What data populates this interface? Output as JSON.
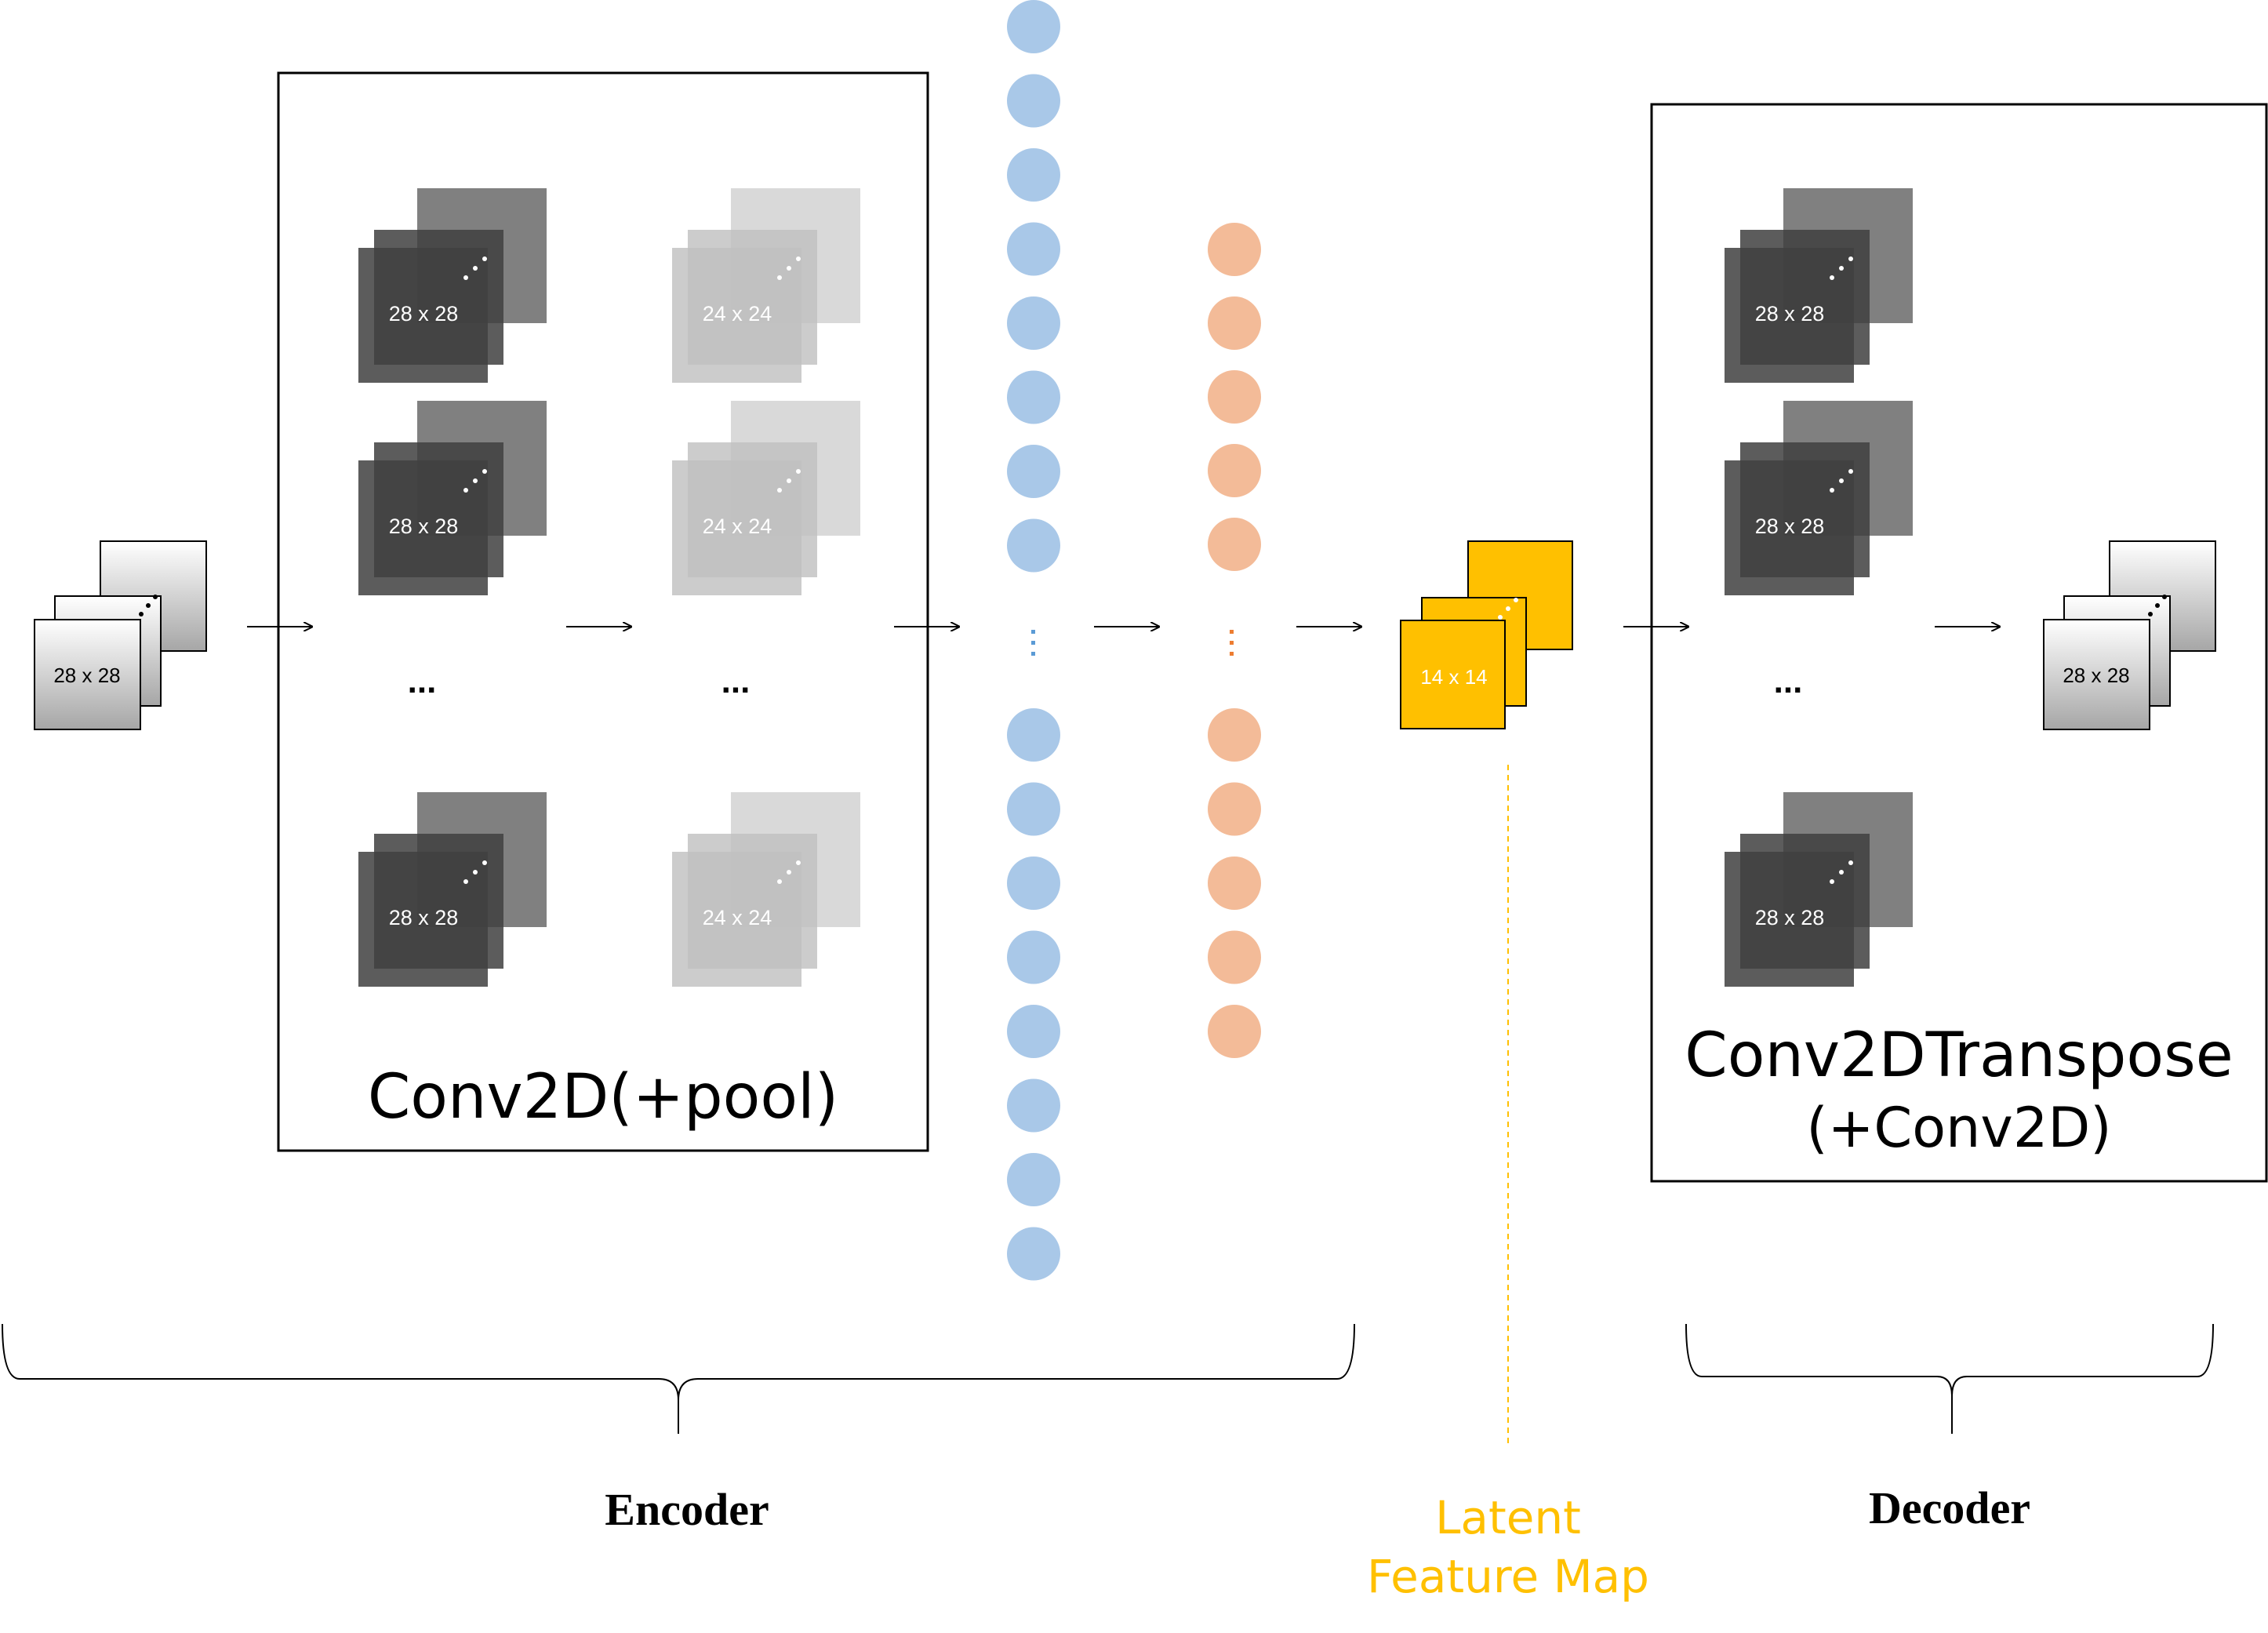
{
  "input": {
    "label": "28 x 28"
  },
  "encoder": {
    "box_label": "Conv2D(+pool)",
    "conv_stack_labels": [
      "28 x 28",
      "28 x 28",
      "28 x 28"
    ],
    "pool_stack_labels": [
      "24 x 24",
      "24 x 24",
      "24 x 24"
    ],
    "ellipsis": "...",
    "caption": "Encoder"
  },
  "dense_layers": {
    "colors": {
      "blue": "#a9c8e8",
      "orange": "#f3bb98",
      "blue_dots": "#5b9bd5",
      "orange_dots": "#ed7d31"
    },
    "dots": "⋮"
  },
  "latent": {
    "label": "14 x 14",
    "caption_line1": "Latent",
    "caption_line2": "Feature Map",
    "color": "#ffc000"
  },
  "decoder": {
    "box_label_line1": "Conv2DTranspose",
    "box_label_line2": "(+Conv2D)",
    "stack_labels": [
      "28 x 28",
      "28 x 28",
      "28 x 28"
    ],
    "ellipsis": "...",
    "caption": "Decoder"
  },
  "output": {
    "label": "28 x 28"
  }
}
